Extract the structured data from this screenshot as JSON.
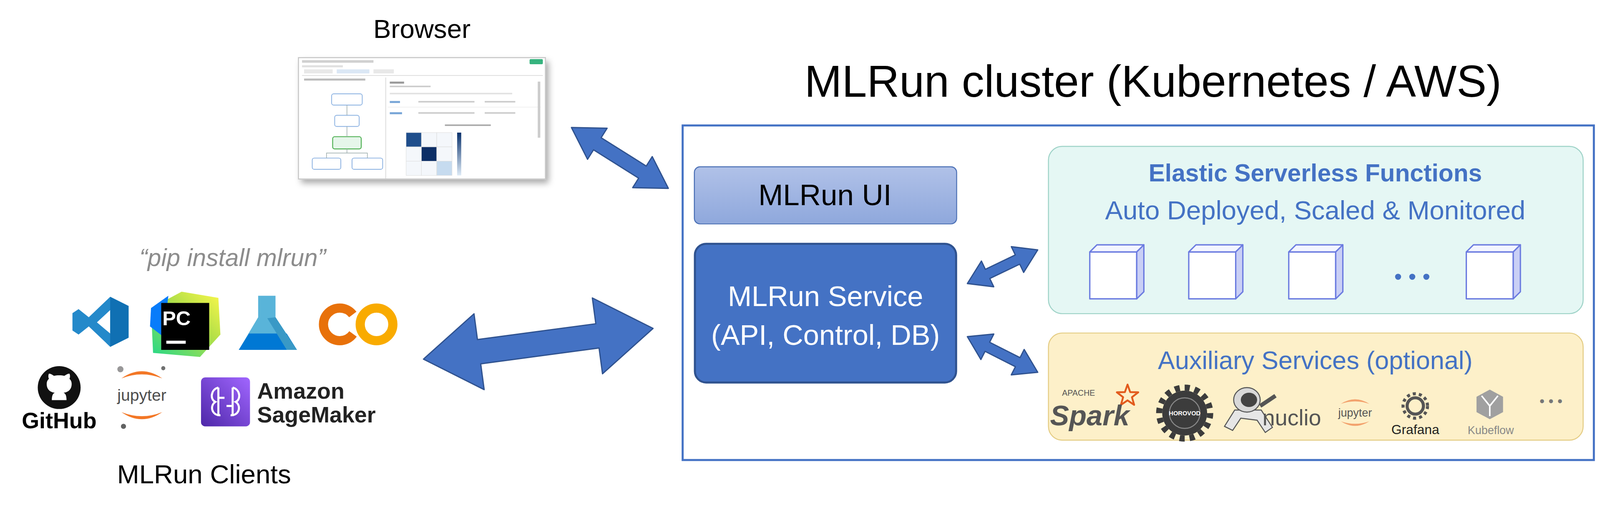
{
  "diagram": {
    "nodes": [
      {
        "text": [
          "Browser"
        ]
      },
      {
        "text": [
          "“pip install mlrun”",
          "MLRun Clients"
        ]
      },
      {
        "text": [
          "MLRun cluster (Kubernetes / AWS)"
        ]
      },
      {
        "text": [
          "MLRun UI"
        ],
        "in": 2
      },
      {
        "text": [
          "MLRun Service",
          "(API, Control, DB)"
        ],
        "in": 2
      },
      {
        "text": [
          "Elastic Serverless Functions",
          "Auto Deployed, Scaled & Monitored"
        ],
        "in": 2
      },
      {
        "text": [
          "Auxiliary Services (optional)"
        ],
        "in": 2
      }
    ],
    "edges": [
      {
        "from": 0,
        "to": 2,
        "arrow": "both"
      },
      {
        "from": 1,
        "to": 2,
        "arrow": "both"
      },
      {
        "from": 4,
        "to": 5,
        "arrow": "both"
      },
      {
        "from": 4,
        "to": 6,
        "arrow": "both"
      }
    ],
    "labels": [
      "PC",
      "GitHub",
      "jupyter",
      "Amazon SageMaker",
      "APACHE",
      "Spark",
      "HOROVOD",
      "nuclio",
      "jupyter",
      "Grafana",
      "Kubeflow",
      "• • •",
      "• • •"
    ]
  }
}
